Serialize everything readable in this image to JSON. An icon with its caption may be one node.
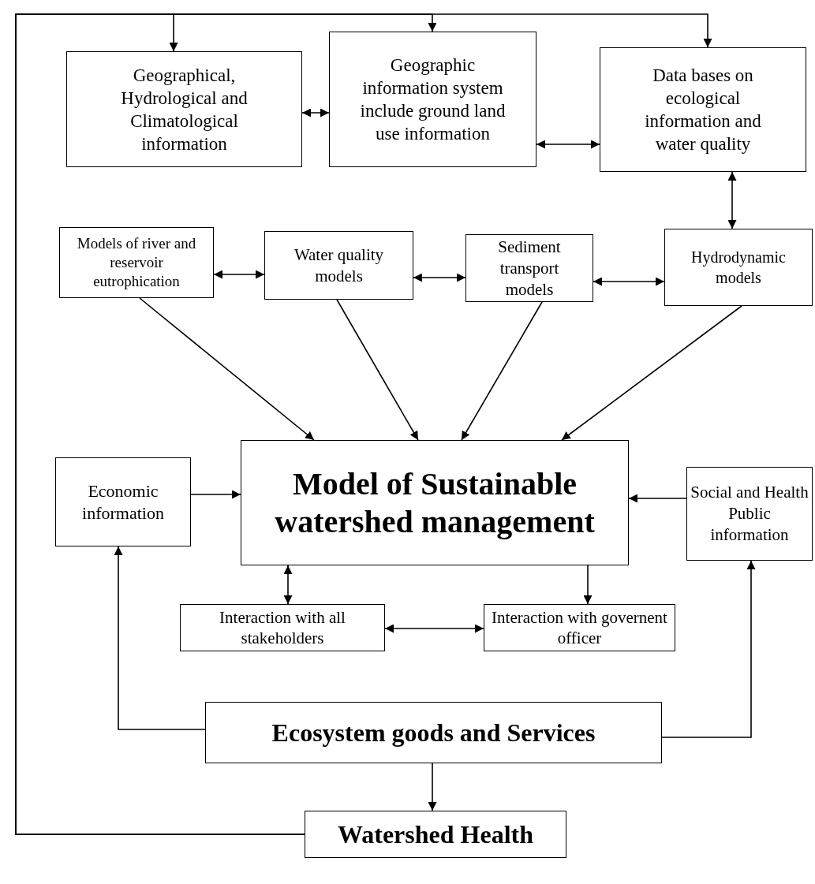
{
  "diagram": {
    "nodes": [
      {
        "text": [
          "Geographical, Hydrological and Climatological information"
        ]
      },
      {
        "text": [
          "Geographic information system include ground land use information"
        ]
      },
      {
        "text": [
          "Data bases on ecological information and water quality"
        ]
      },
      {
        "text": [
          "Models of river and reservoir eutrophication"
        ]
      },
      {
        "text": [
          "Water quality models"
        ]
      },
      {
        "text": [
          "Sediment transport models"
        ]
      },
      {
        "text": [
          "Hydrodynamic models"
        ]
      },
      {
        "text": [
          "Model of Sustainable watershed management"
        ]
      },
      {
        "text": [
          "Economic information"
        ]
      },
      {
        "text": [
          "Social and Health Public information"
        ]
      },
      {
        "text": [
          "Interaction with all stakeholders"
        ]
      },
      {
        "text": [
          "Interaction with governent officer"
        ]
      },
      {
        "text": [
          "Ecosystem goods and Services"
        ]
      },
      {
        "text": [
          "Watershed Health"
        ]
      }
    ],
    "edges": [
      {
        "from": 0,
        "to": 1,
        "arrow": "both"
      },
      {
        "from": 1,
        "to": 2,
        "arrow": "both"
      },
      {
        "from": 2,
        "to": 6,
        "arrow": "both"
      },
      {
        "from": 3,
        "to": 4,
        "arrow": "both"
      },
      {
        "from": 4,
        "to": 5,
        "arrow": "both"
      },
      {
        "from": 5,
        "to": 6,
        "arrow": "both"
      },
      {
        "from": 3,
        "to": 7,
        "arrow": "to"
      },
      {
        "from": 4,
        "to": 7,
        "arrow": "to"
      },
      {
        "from": 5,
        "to": 7,
        "arrow": "to"
      },
      {
        "from": 6,
        "to": 7,
        "arrow": "to"
      },
      {
        "from": 8,
        "to": 7,
        "arrow": "to"
      },
      {
        "from": 9,
        "to": 7,
        "arrow": "to"
      },
      {
        "from": 7,
        "to": 10,
        "arrow": "both"
      },
      {
        "from": 7,
        "to": 11,
        "arrow": "to"
      },
      {
        "from": 10,
        "to": 11,
        "arrow": "both"
      },
      {
        "from": 12,
        "to": 8,
        "arrow": "to"
      },
      {
        "from": 12,
        "to": 9,
        "arrow": "to"
      },
      {
        "from": 12,
        "to": 13,
        "arrow": "to"
      },
      {
        "from": 13,
        "to": 0,
        "arrow": "to"
      },
      {
        "from": 13,
        "to": 1,
        "arrow": "to"
      },
      {
        "from": 13,
        "to": 2,
        "arrow": "to"
      }
    ]
  }
}
